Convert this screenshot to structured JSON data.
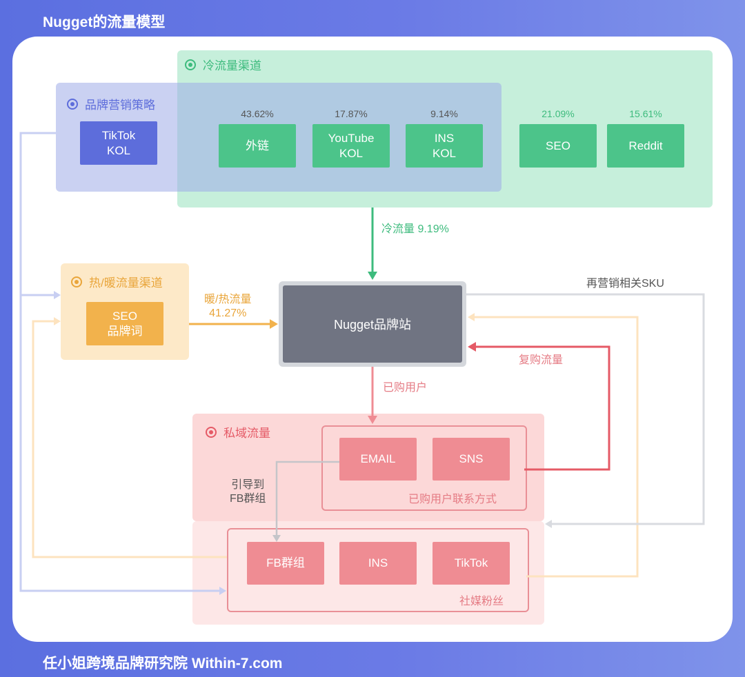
{
  "title": "Nugget的流量模型",
  "footer": "任小姐跨境品牌研究院  Within-7.com",
  "colors": {
    "background": "#6b7be6",
    "cold": "#3dbb7d",
    "brand": "#5d6ddb",
    "warm": "#e9a53a",
    "private": "#e55a66",
    "site": "#707482"
  },
  "regions": {
    "cold": {
      "label": "冷流量渠道",
      "icon": "target-dot-icon"
    },
    "brand": {
      "label": "品牌营销策略",
      "icon": "target-dot-icon"
    },
    "warm": {
      "label": "热/暖流量渠道",
      "icon": "target-dot-icon"
    },
    "private": {
      "label": "私域流量",
      "icon": "target-dot-icon"
    }
  },
  "cold_nodes": [
    {
      "pct": "43.62%",
      "label": "外链"
    },
    {
      "pct": "17.87%",
      "label": "YouTube\nKOL"
    },
    {
      "pct": "9.14%",
      "label": "INS\nKOL"
    },
    {
      "pct": "21.09%",
      "label": "SEO"
    },
    {
      "pct": "15.61%",
      "label": "Reddit"
    }
  ],
  "brand_node": {
    "label": "TikTok\nKOL"
  },
  "warm_node": {
    "label": "SEO\n品牌词"
  },
  "site": {
    "label": "Nugget品牌站"
  },
  "private": {
    "contact_nodes": [
      "EMAIL",
      "SNS"
    ],
    "contact_caption": "已购用户联系方式",
    "social_nodes": [
      "FB群组",
      "INS",
      "TikTok"
    ],
    "social_caption": "社媒粉丝"
  },
  "flows": {
    "cold": "冷流量 9.19%",
    "warm": "暖/热流量\n41.27%",
    "purchased": "已购用户",
    "repurchase": "复购流量",
    "remarketing": "再营销相关SKU",
    "guide_fb": "引导到\nFB群组"
  }
}
